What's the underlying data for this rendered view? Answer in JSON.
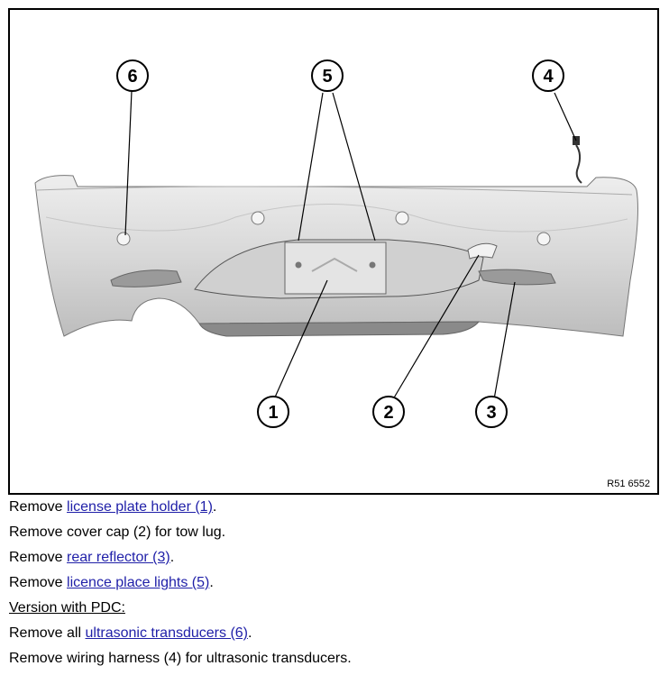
{
  "figure": {
    "id_label": "R51 6552",
    "callouts": [
      "1",
      "2",
      "3",
      "4",
      "5",
      "6"
    ]
  },
  "steps": [
    {
      "prefix": "Remove ",
      "link": "license plate holder (1)",
      "suffix": "."
    },
    {
      "text": "Remove cover cap (2) for tow lug."
    },
    {
      "prefix": "Remove ",
      "link": "rear reflector (3)",
      "suffix": "."
    },
    {
      "prefix": "Remove ",
      "link": "licence place lights (5)",
      "suffix": "."
    },
    {
      "heading": "Version with PDC:"
    },
    {
      "prefix": "Remove all ",
      "link": "ultrasonic transducers (6)",
      "suffix": "."
    },
    {
      "text": "Remove wiring harness (4) for ultrasonic transducers."
    }
  ],
  "colors": {
    "link": "#1f1fa8",
    "bumper": "#d9d9d9"
  }
}
